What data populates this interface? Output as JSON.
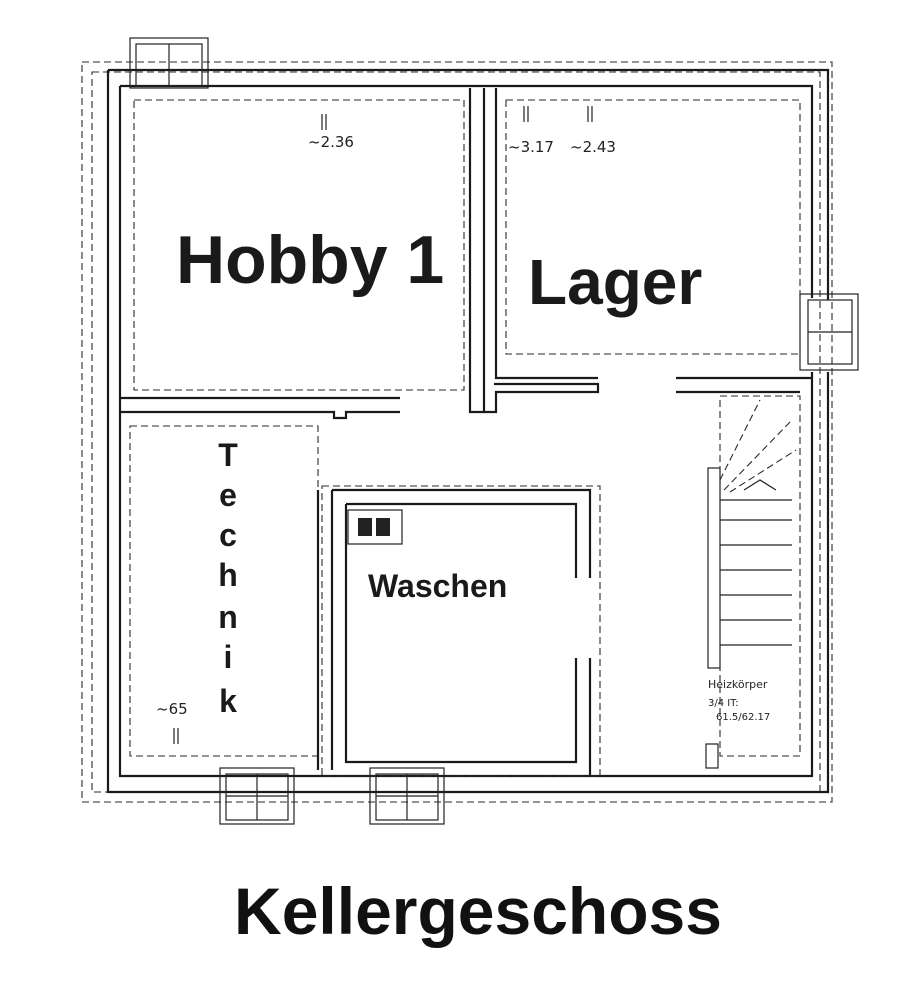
{
  "plan": {
    "title": "Kellergeschoss",
    "rooms": {
      "hobby": "Hobby 1",
      "lager": "Lager",
      "technik": [
        "T",
        "e",
        "c",
        "h",
        "n",
        "i",
        "k"
      ],
      "waschen": "Waschen"
    },
    "dimensions": {
      "hobby_height": "~2.36",
      "lager_height_left": "~3.17",
      "lager_height_right": "~2.43",
      "technik_height": "~65"
    },
    "notes": {
      "stair_note_line1": "Heizkörper",
      "stair_note_line2": "3/4 IT:",
      "stair_note_line3": "61.5/62.17"
    }
  }
}
